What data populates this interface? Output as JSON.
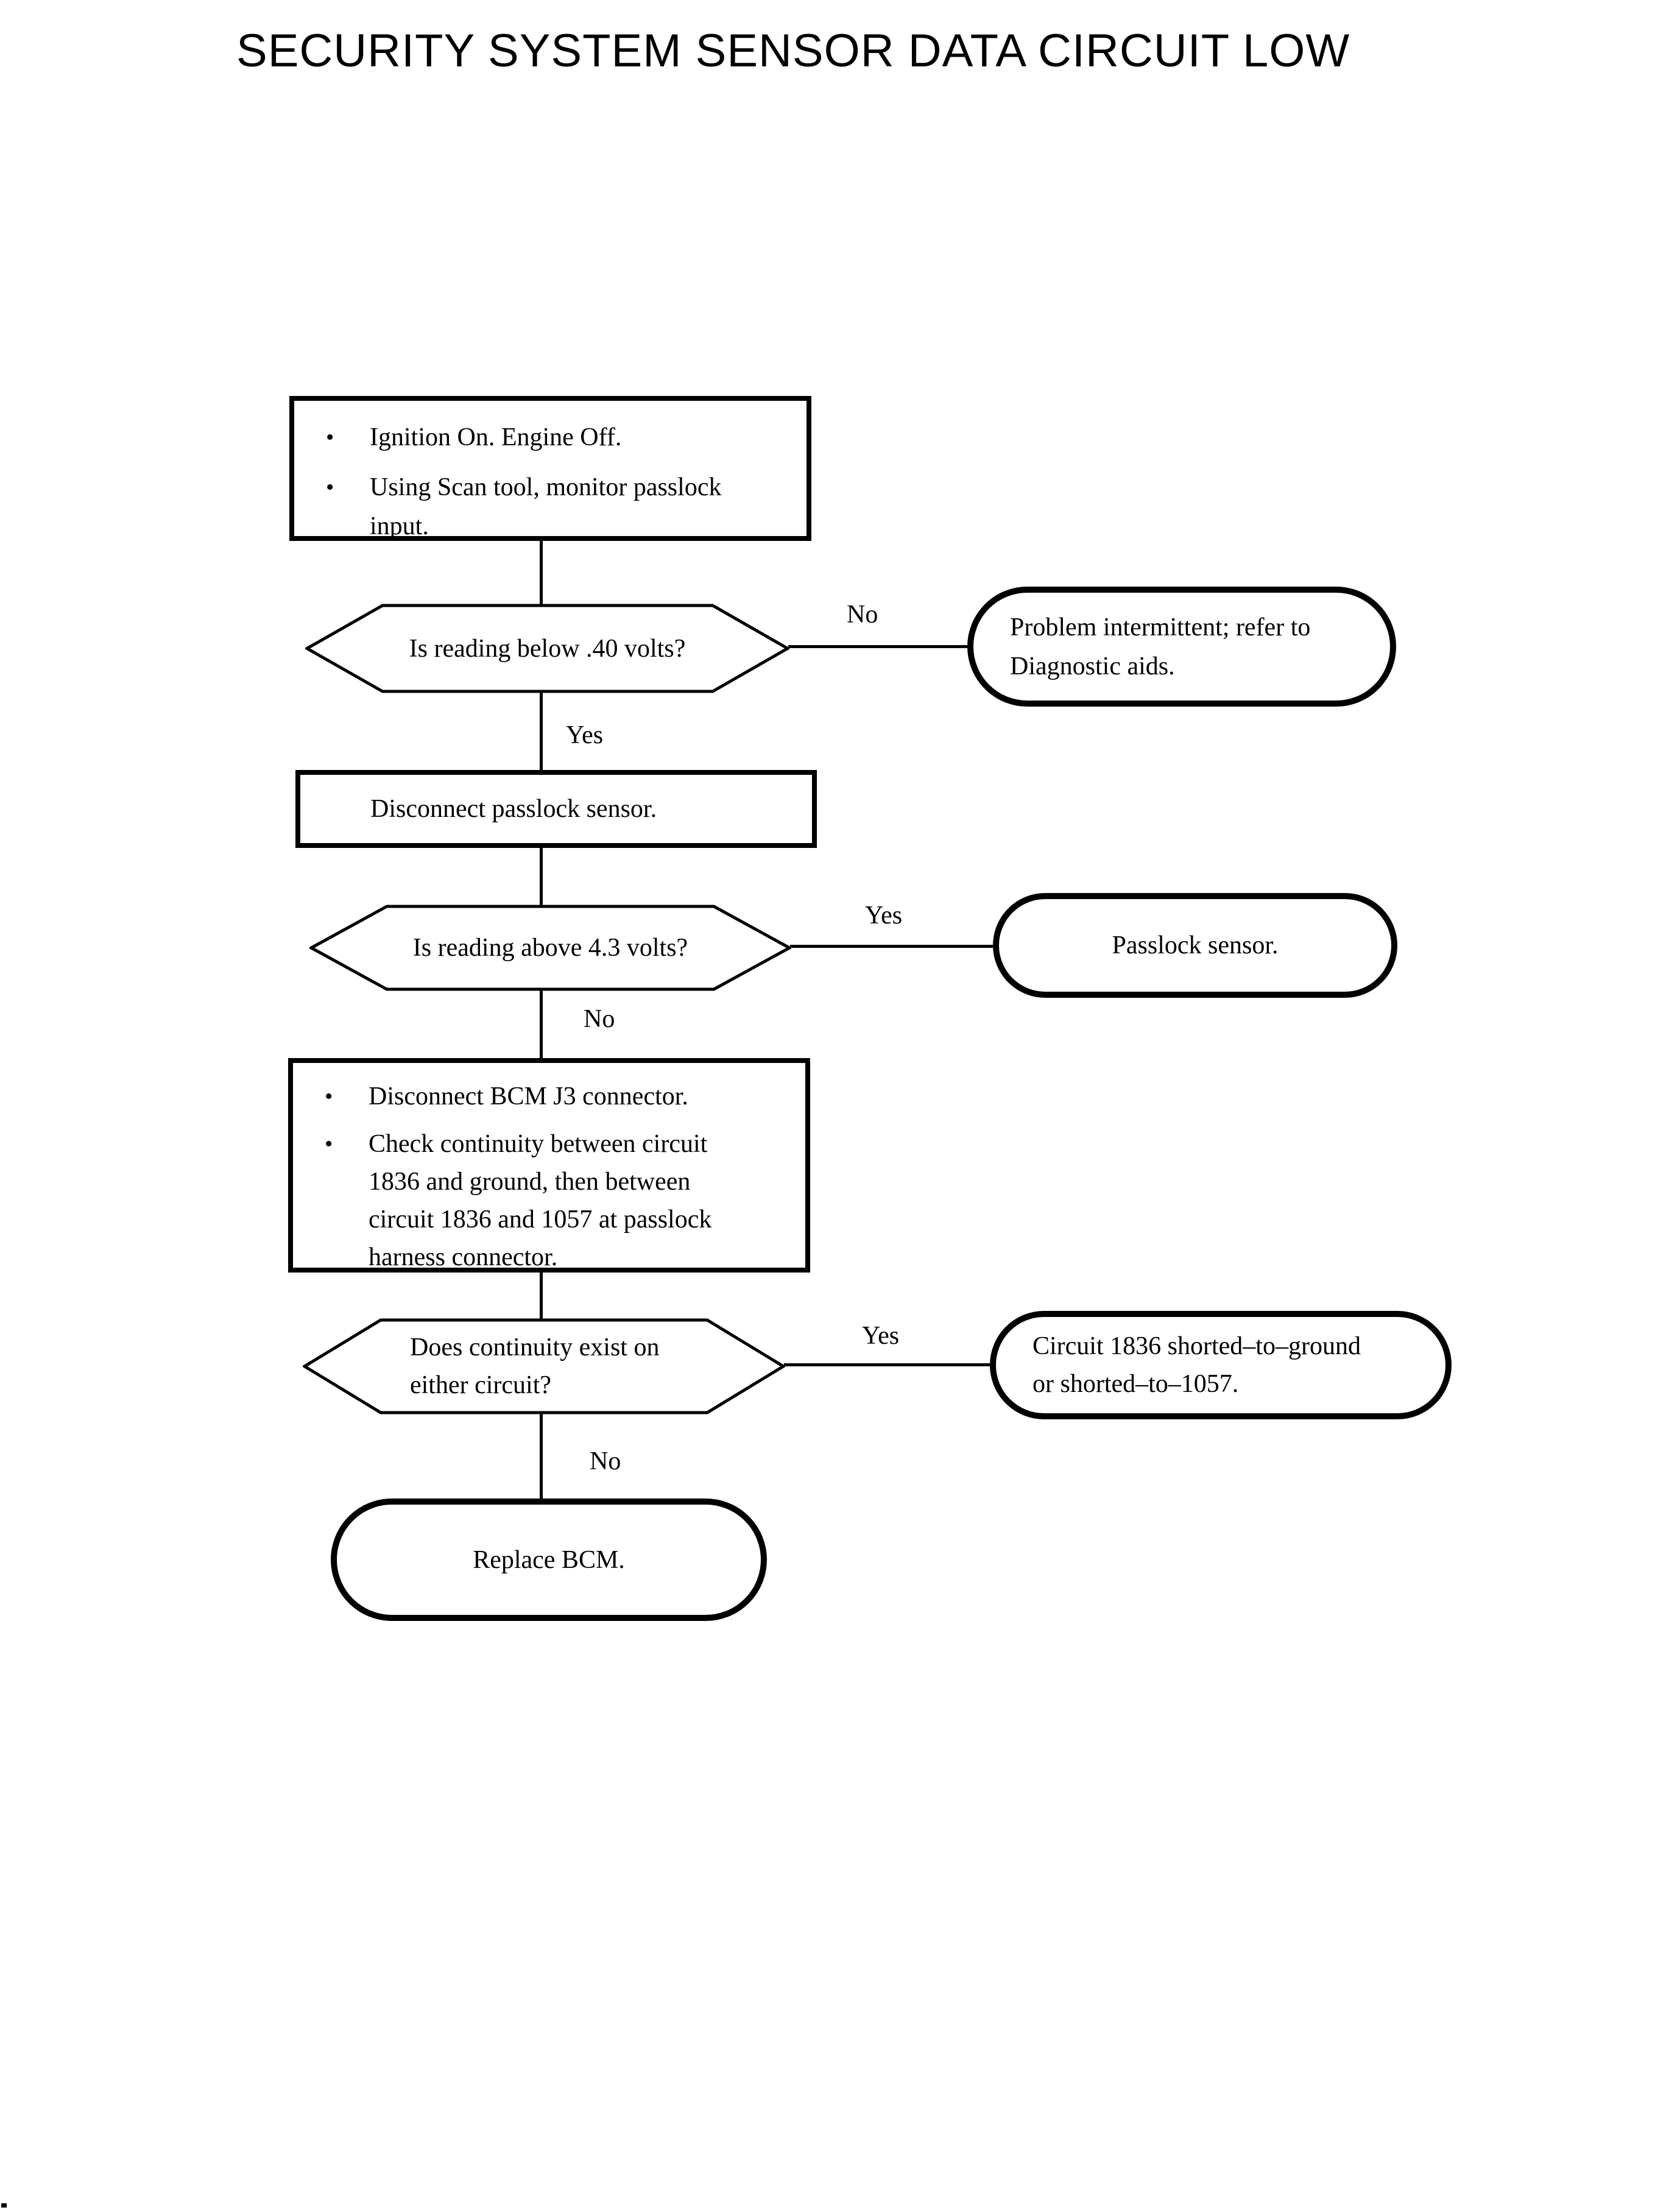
{
  "title": "SECURITY SYSTEM SENSOR DATA CIRCUIT LOW",
  "glyphs": {
    "bullet": "•"
  },
  "colors": {
    "ink": "#000000",
    "paper": "#ffffff"
  },
  "nodes": {
    "monitor_input": {
      "bullets": [
        [
          "Ignition On. Engine Off."
        ],
        [
          "Using Scan tool, monitor passlock",
          "input."
        ]
      ]
    },
    "reading_below_040": {
      "question": "Is reading below .40 volts?"
    },
    "problem_intermittent": {
      "lines": [
        "Problem intermittent; refer to",
        "Diagnostic aids."
      ]
    },
    "disconnect_sensor": {
      "text": "Disconnect passlock sensor."
    },
    "reading_above_43": {
      "question": "Is reading above 4.3 volts?"
    },
    "passlock_sensor": {
      "text": "Passlock sensor."
    },
    "disconnect_bcm": {
      "bullets": [
        [
          "Disconnect BCM J3 connector."
        ],
        [
          "Check continuity between circuit",
          "1836 and ground, then between",
          "circuit 1836 and 1057 at passlock",
          "harness connector."
        ]
      ]
    },
    "continuity_exists": {
      "question_lines": [
        "Does continuity exist on",
        "either circuit?"
      ]
    },
    "circuit_shorted": {
      "lines": [
        "Circuit 1836 shorted–to–ground",
        "or shorted–to–1057."
      ]
    },
    "replace_bcm": {
      "text": "Replace BCM."
    }
  },
  "edges": {
    "d1_no": "No",
    "d1_yes": "Yes",
    "d2_yes": "Yes",
    "d2_no": "No",
    "d3_yes": "Yes",
    "d3_no": "No"
  }
}
